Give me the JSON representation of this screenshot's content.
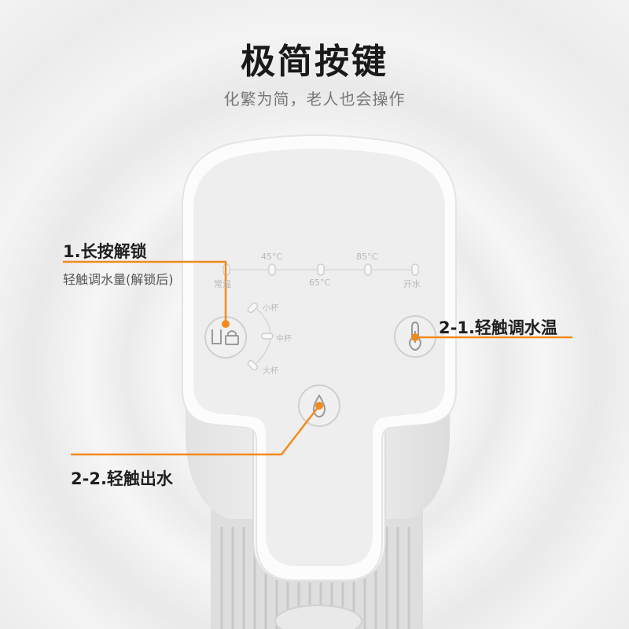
{
  "header": {
    "title": "极简按键",
    "subtitle": "化繁为简，老人也会操作"
  },
  "callouts": {
    "unlock_title": "1.长按解锁",
    "unlock_desc": "轻触调水量(解锁后)",
    "temp": "2-1.轻触调水温",
    "dispense": "2-2.轻触出水"
  },
  "panel": {
    "temps_top": [
      "45°C",
      "85°C"
    ],
    "temps_bottom": [
      "常温",
      "65°C",
      "开水"
    ],
    "cups": [
      "小杯",
      "中杯",
      "大杯"
    ]
  },
  "colors": {
    "accent": "#f28a1d",
    "panel": "#eeeeee",
    "background": "#f3f3f3"
  },
  "icons": [
    "cup-lock-icon",
    "thermometer-icon",
    "water-drop-icon"
  ]
}
